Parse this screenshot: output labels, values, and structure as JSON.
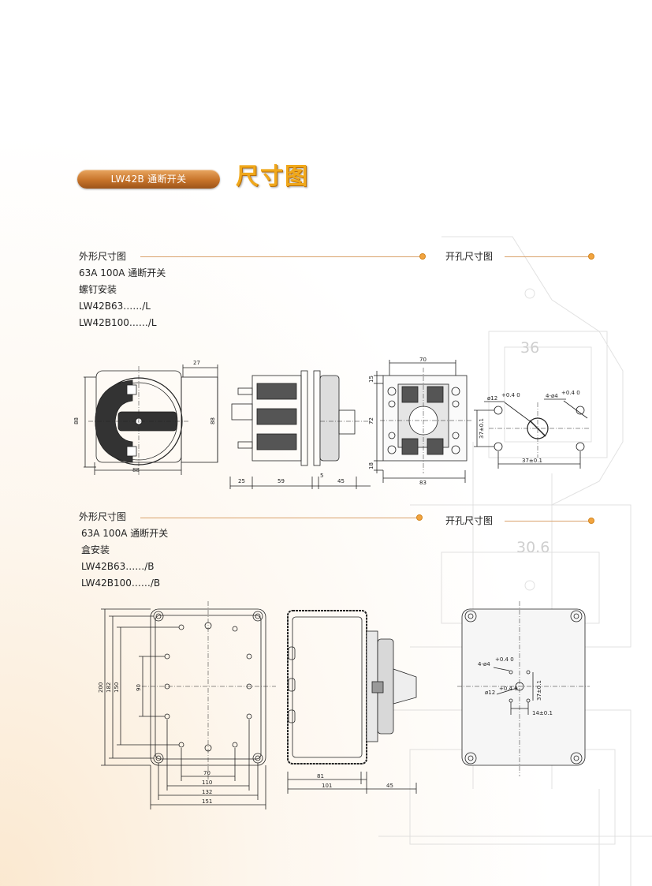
{
  "header": {
    "product_pill": "LW42B 通断开关",
    "title": "尺寸图"
  },
  "section1": {
    "outline_title": "外形尺寸图",
    "cutout_title": "开孔尺寸图",
    "lines": [
      "63A 100A 通断开关",
      "螺钉安装",
      "LW42B63……/L",
      "LW42B100……/L"
    ]
  },
  "section2": {
    "outline_title": "外形尺寸图",
    "cutout_title": "开孔尺寸图",
    "lines": [
      "63A 100A 通断开关",
      "盒安装",
      "LW42B63……/B",
      "LW42B100……/B"
    ]
  },
  "dims1": {
    "front_w": "88",
    "front_h": "88",
    "right_h": "88",
    "top": "27",
    "side_a": "25",
    "side_b": "59",
    "side_c": "45",
    "side_d": "5",
    "back_top": "70",
    "back_left_top": "15",
    "back_left_mid": "72",
    "back_left_bot": "18",
    "back_bottom": "83",
    "cut_d1": "ø12",
    "cut_d1_tol": "+0.4 0",
    "cut_d2": "4-ø4",
    "cut_d2_tol": "+0.4 0",
    "cut_h": "37±0.1",
    "cut_v": "37±0.1"
  },
  "dims2": {
    "h200": "200",
    "h182": "182",
    "h150": "150",
    "h90": "90",
    "w70": "70",
    "w110": "110",
    "w132": "132",
    "w151": "151",
    "side_81": "81",
    "side_101": "101",
    "side_45": "45",
    "cut_d2": "4-ø4",
    "cut_d2_tol": "+0.4 0",
    "cut_d1": "ø12",
    "cut_d1_tol": "+0.4 0",
    "cut_v": "37±0.1",
    "cut_h": "14±0.1"
  },
  "watermark": {
    "n1": "36",
    "n2": "30.6"
  }
}
